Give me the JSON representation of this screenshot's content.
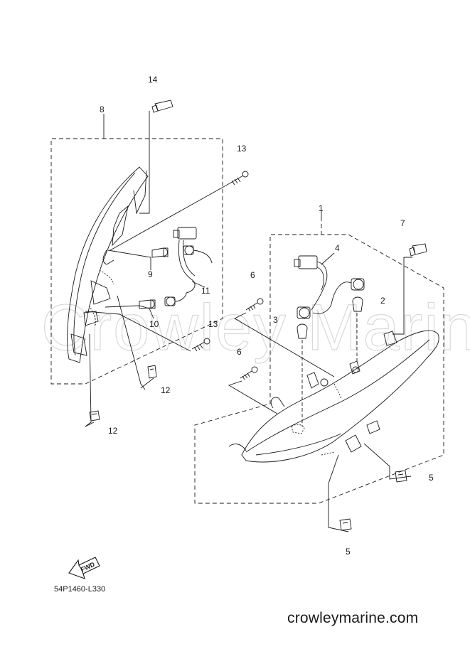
{
  "watermark": "Crowley Marine",
  "callouts": {
    "c1": "1",
    "c2": "2",
    "c3": "3",
    "c4": "4",
    "c5a": "5",
    "c5b": "5",
    "c6a": "6",
    "c6b": "6",
    "c7": "7",
    "c8": "8",
    "c9": "9",
    "c10": "10",
    "c11": "11",
    "c12a": "12",
    "c12b": "12",
    "c13a": "13",
    "c13b": "13",
    "c14": "14"
  },
  "fwd_label": "FWD",
  "ref_code": "54P1460-L330",
  "site_url": "crowleymarine.com",
  "colors": {
    "line": "#1a1a1a",
    "watermark": "#d9d9d9",
    "background": "#ffffff"
  },
  "icons": [
    "fwd-arrow-icon"
  ]
}
